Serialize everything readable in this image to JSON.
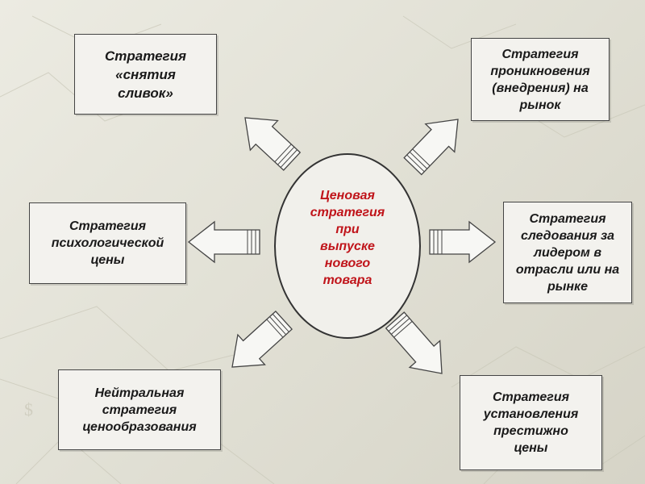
{
  "center": {
    "text": "Ценовая\nстратегия\nпри\nвыпуске\nнового\nтовара",
    "color": "#c0141a"
  },
  "strategies": {
    "skimming": "Стратегия\n«снятия\nсливок»",
    "penetration": "Стратегия\nпроникновения\n(внедрения) на\nрынок",
    "psychological": "Стратегия\nпсихологической\nцены",
    "leader": "Стратегия\nследования за\nлидером в\nотрасли или на\nрынке",
    "neutral": "Нейтральная\nстратегия\nценообразования",
    "prestige": "Стратегия\nустановления\nпрестижно\nцены"
  },
  "arrows": [
    {
      "name": "arrow-to-skimming",
      "points_to": "top-left"
    },
    {
      "name": "arrow-to-penetration",
      "points_to": "top-right"
    },
    {
      "name": "arrow-to-psychological",
      "points_to": "left"
    },
    {
      "name": "arrow-to-leader",
      "points_to": "right"
    },
    {
      "name": "arrow-to-neutral",
      "points_to": "bottom-left"
    },
    {
      "name": "arrow-to-prestige",
      "points_to": "bottom-right"
    }
  ],
  "colors": {
    "background": "#e4e3d9",
    "box_fill": "#f3f2ee",
    "arrow_fill": "#f7f7f4",
    "outline": "#444444"
  }
}
